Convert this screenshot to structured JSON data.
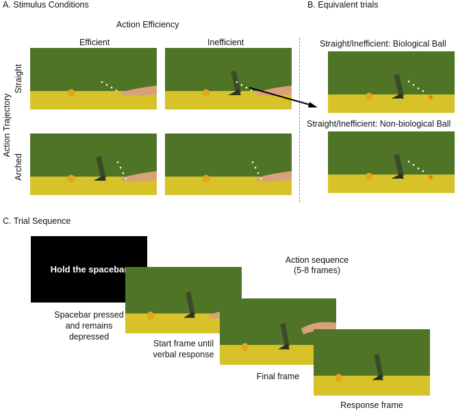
{
  "panel_a": {
    "title": "A. Stimulus Conditions",
    "efficiency_label": "Action Efficiency",
    "efficient_label": "Efficient",
    "inefficient_label": "Inefficient",
    "trajectory_label": "Action Trajectory",
    "straight_label": "Straight",
    "arched_label": "Arched"
  },
  "panel_b": {
    "title": "B. Equivalent trials",
    "biological_label": "Straight/Inefficient: Biological Ball",
    "nonbiological_label": "Straight/Inefficient: Non-biological Ball"
  },
  "panel_c": {
    "title": "C. Trial Sequence",
    "hold_text": "Hold the spacebar",
    "spacebar_caption": [
      "Spacebar pressed",
      "and remains",
      "depressed"
    ],
    "start_caption": [
      "Start frame until",
      "verbal response"
    ],
    "final_caption": "Final frame",
    "response_caption": "Response frame",
    "action_sequence": [
      "Action sequence",
      "(5-8 frames)"
    ]
  },
  "colors": {
    "wall": "#4f7426",
    "table": "#d8c22a",
    "ball": "#e0a81a",
    "hand": "#d9a07a",
    "barrier": "#3d4a2a"
  }
}
